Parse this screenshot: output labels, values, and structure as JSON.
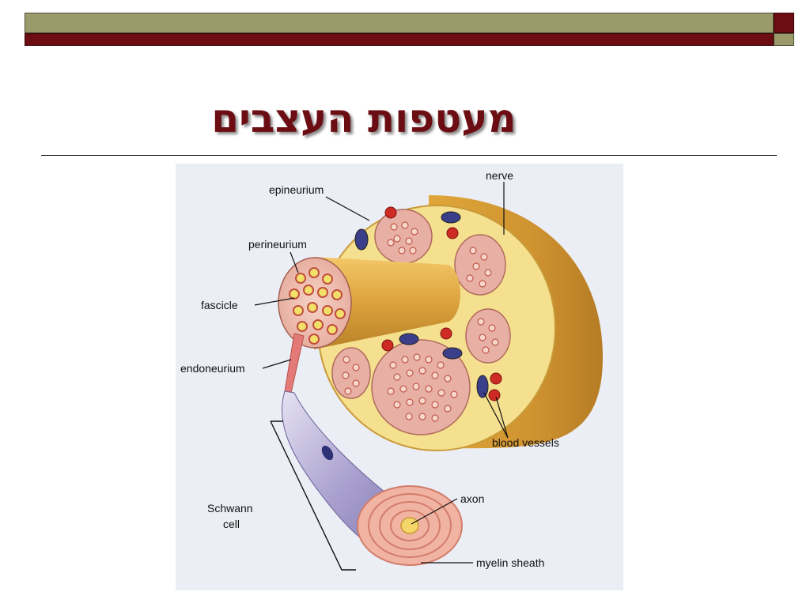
{
  "slide": {
    "title": "מעטפות העצבים",
    "colors": {
      "bar_olive": "#9a9a6a",
      "bar_maroon": "#6b0d12",
      "title": "#6b0d12"
    }
  },
  "diagram": {
    "labels": {
      "nerve": "nerve",
      "epineurium": "epineurium",
      "perineurium": "perineurium",
      "fascicle": "fascicle",
      "endoneurium": "endoneurium",
      "blood_vessels": "blood vessels",
      "schwann_line1": "Schwann",
      "schwann_line2": "cell",
      "axon": "axon",
      "myelin_sheath": "myelin sheath"
    }
  }
}
